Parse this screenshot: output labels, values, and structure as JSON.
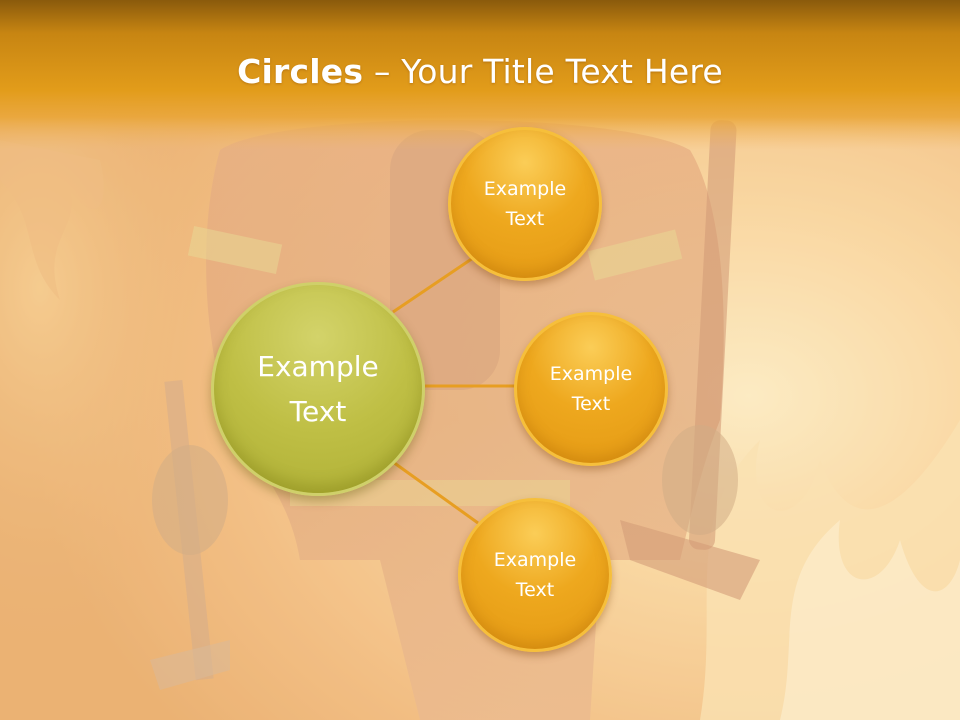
{
  "title": {
    "bold": "Circles",
    "rest": " – Your Title Text Here"
  },
  "colors": {
    "header_top": "#8a5a0c",
    "header_bottom": "#e29c1a",
    "small_circle": "#eea81e",
    "big_circle": "#bfbf45",
    "connector": "#e79e22"
  },
  "diagram": {
    "center": {
      "label": "Example\nText"
    },
    "nodes": [
      {
        "label": "Example\nText"
      },
      {
        "label": "Example\nText"
      },
      {
        "label": "Example\nText"
      }
    ]
  }
}
